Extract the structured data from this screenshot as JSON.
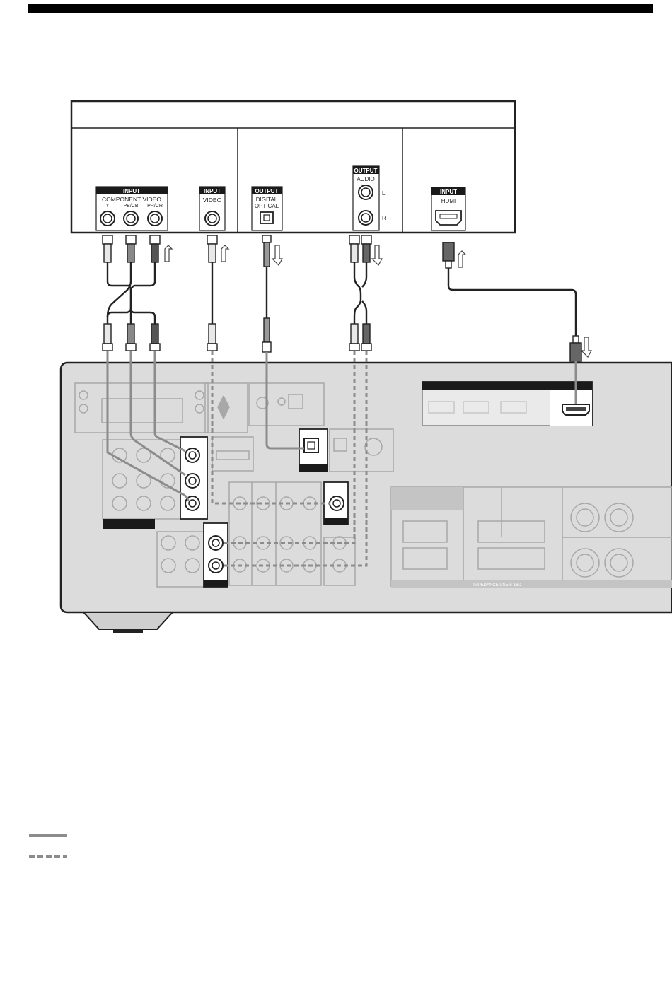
{
  "device_panels": [
    {
      "id": "tv",
      "jacks": [
        {
          "tag": "INPUT",
          "label_line1": "COMPONENT VIDEO",
          "sub_labels": [
            "Y",
            "PB/CB",
            "PR/CR"
          ]
        },
        {
          "tag": "INPUT",
          "label_line1": "VIDEO",
          "sub_labels": []
        }
      ]
    },
    {
      "id": "audio-source",
      "jacks": [
        {
          "tag": "OUTPUT",
          "label_line1": "DIGITAL",
          "label_line2": "OPTICAL"
        },
        {
          "tag": "OUTPUT",
          "label_line1": "AUDIO",
          "channel_labels": [
            "L",
            "R"
          ]
        }
      ]
    },
    {
      "id": "hdmi-device",
      "jacks": [
        {
          "tag": "INPUT",
          "label_line1": "HDMI"
        }
      ]
    }
  ],
  "receiver": {
    "speaker_footer": "IMPEDANCE USE 6-16Ω"
  },
  "legend": [
    {
      "style": "solid",
      "color": "#8c8c8c"
    },
    {
      "style": "dashed",
      "color": "#8c8c8c"
    }
  ],
  "colors": {
    "page_rule": "#000000",
    "receiver_body": "#dcdcdc",
    "cable_solid": "#8c8c8c",
    "cable_dashed": "#8c8c8c",
    "label_tag": "#1a1a1a"
  }
}
